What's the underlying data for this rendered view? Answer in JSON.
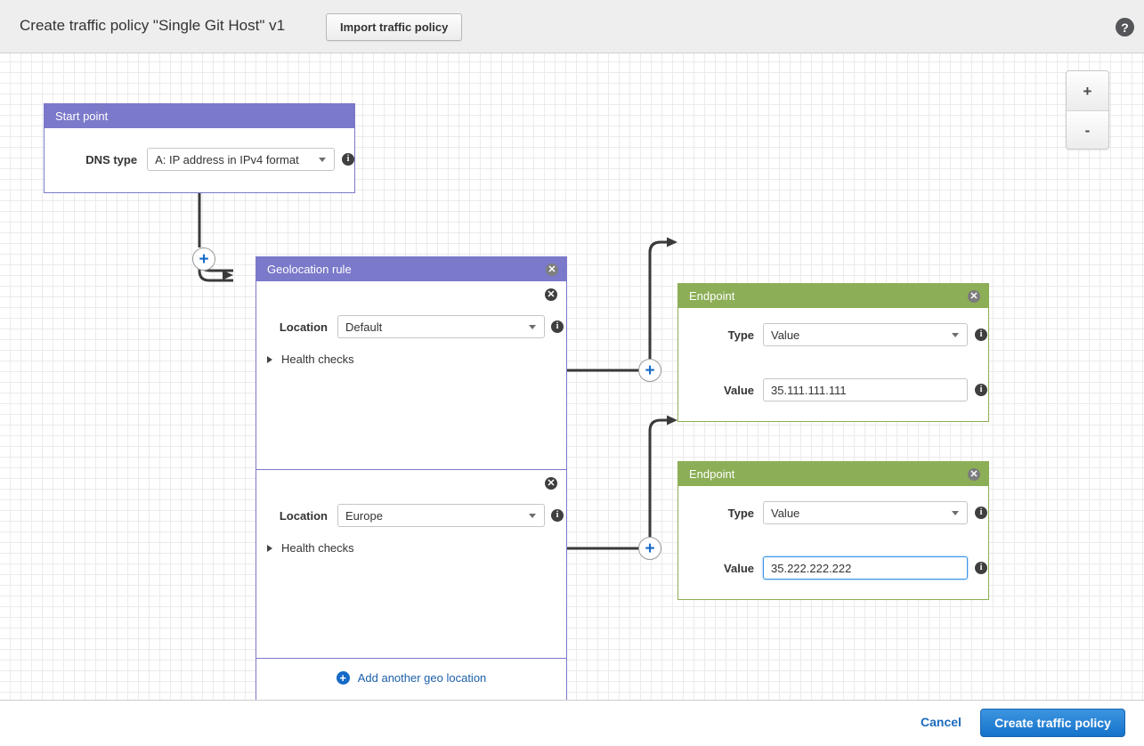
{
  "header": {
    "title": "Create traffic policy \"Single Git Host\" v1",
    "import_button": "Import traffic policy",
    "help_icon": "question-mark-icon"
  },
  "canvas": {
    "zoom_in_label": "+",
    "zoom_out_label": "-"
  },
  "start_point": {
    "header_title": "Start point",
    "dns_type_label": "DNS type",
    "dns_type_value": "A: IP address in IPv4 format"
  },
  "geolocation_rule": {
    "header_title": "Geolocation rule",
    "add_location_label": "Add another geo location",
    "locations": [
      {
        "label": "Location",
        "value": "Default",
        "health_checks_label": "Health checks"
      },
      {
        "label": "Location",
        "value": "Europe",
        "health_checks_label": "Health checks"
      }
    ]
  },
  "endpoints": [
    {
      "header_title": "Endpoint",
      "type_label": "Type",
      "type_value": "Value",
      "value_label": "Value",
      "value_value": "35.111.111.111",
      "focused": false
    },
    {
      "header_title": "Endpoint",
      "type_label": "Type",
      "type_value": "Value",
      "value_label": "Value",
      "value_value": "35.222.222.222",
      "focused": true
    }
  ],
  "footer": {
    "cancel_label": "Cancel",
    "create_label": "Create traffic policy"
  },
  "icons": {
    "close": "✕",
    "info": "i",
    "plus": "+"
  },
  "colors": {
    "rule_purple": "#7b79ca",
    "endpoint_green": "#8cae56",
    "primary_blue": "#1573ca",
    "link_blue": "#1c6bbd",
    "focus_blue": "#3b94e8",
    "header_gray": "#eeeeee",
    "grid_line": "#ebebeb"
  }
}
